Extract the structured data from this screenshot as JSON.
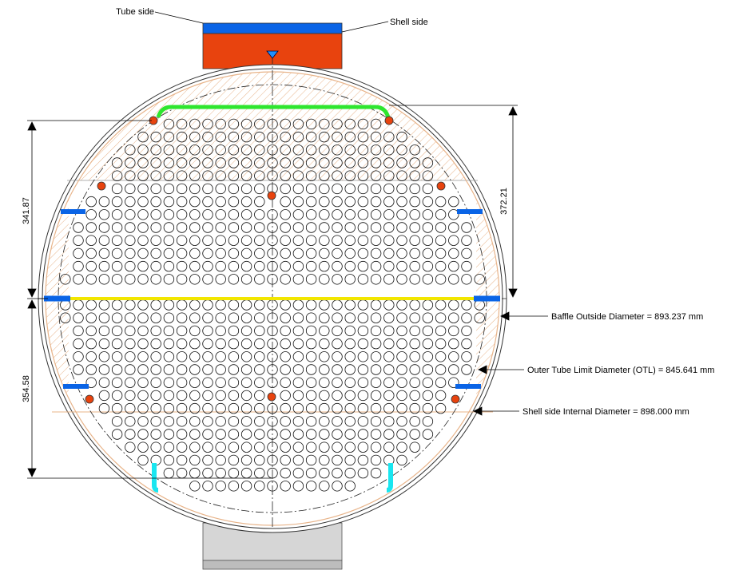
{
  "labels": {
    "tube_side": "Tube side",
    "shell_side": "Shell side",
    "baffle_od": "Baffle Outside Diameter = 893.237  mm",
    "otl": "Outer Tube Limit Diameter (OTL) = 845.641  mm",
    "shell_id": "Shell side Internal Diameter = 898.000  mm"
  },
  "dimensions": {
    "left_upper": "341.87",
    "left_lower": "354.58",
    "right_upper": "372.21"
  },
  "colors": {
    "tube_side_band": "#0a64e6",
    "shell_nozzle": "#e8430e",
    "bottom_nozzle": "#d6d6d6",
    "tie_rod": "#e8430e",
    "pass_partition": "#f2e600",
    "seal_strip_top": "#2ee62e",
    "sealing_strip": "#0a64e6",
    "impingement": "#19e6f0",
    "baffle_hatch": "#e8b48a"
  }
}
